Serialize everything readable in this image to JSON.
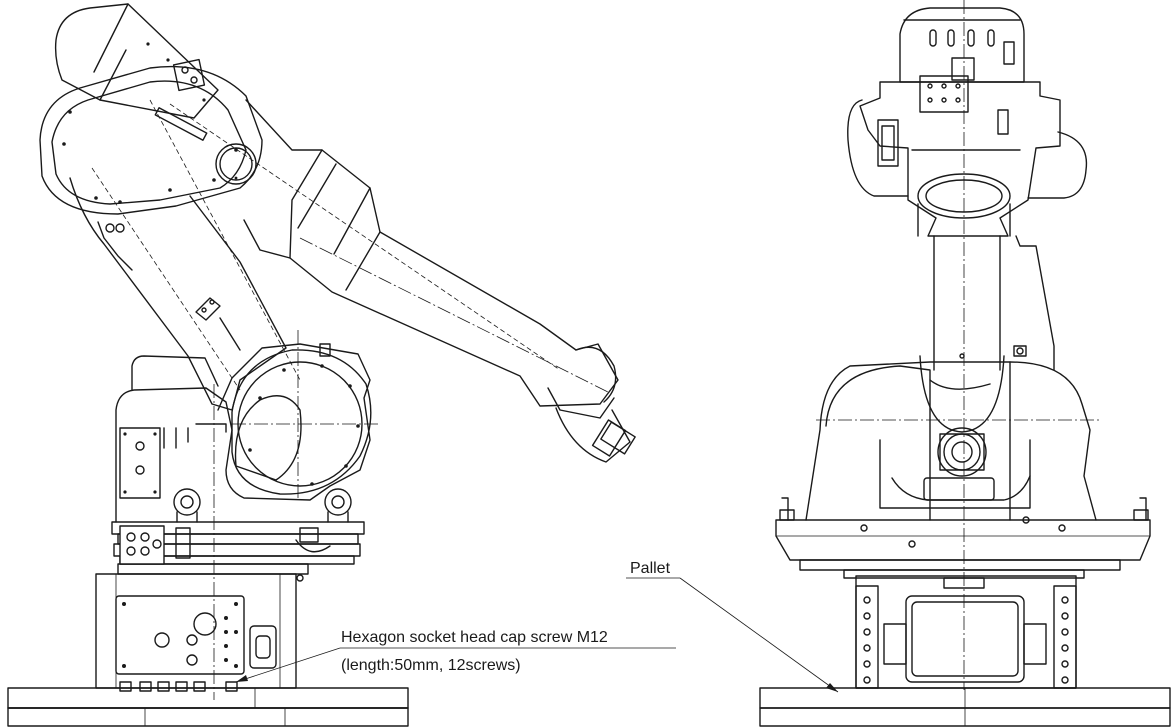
{
  "labels": {
    "pallet": "Pallet",
    "screw_line1": "Hexagon socket head cap screw M12",
    "screw_line2": "(length:50mm, 12screws)"
  },
  "colors": {
    "line": "#1a1a1a",
    "background": "#ffffff"
  }
}
